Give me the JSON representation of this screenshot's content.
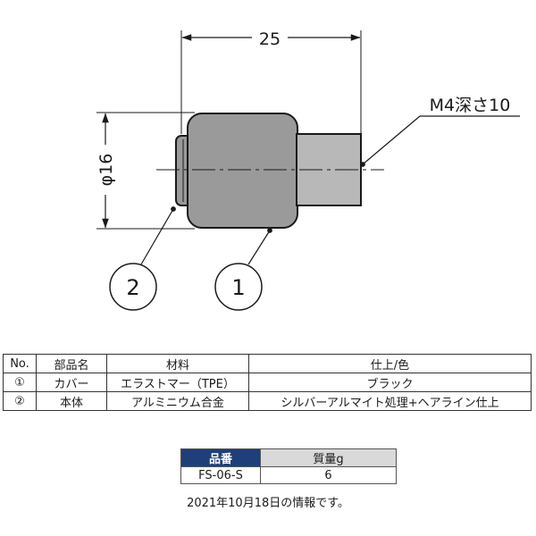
{
  "drawing": {
    "dim_length": "25",
    "dim_diameter": "φ16",
    "thread_label": "M4深さ10",
    "callout_1": "1",
    "callout_2": "2"
  },
  "parts_table": {
    "headers": [
      "No.",
      "部品名",
      "材料",
      "仕上/色"
    ],
    "rows": [
      [
        "①",
        "カバー",
        "エラストマー（TPE）",
        "ブラック"
      ],
      [
        "②",
        "本体",
        "アルミニウム合金",
        "シルバーアルマイト処理+ヘアライン仕上"
      ]
    ]
  },
  "spec_table": {
    "headers": [
      "品番",
      "質量g"
    ],
    "rows": [
      [
        "FS-06-S",
        "6"
      ]
    ]
  },
  "footnote": "2021年10月18日の情報です。",
  "colors": {
    "cover_fill": "#9a9a9a",
    "body_fill": "#b8b8b8",
    "spec_header_blue": "#1f3f7a",
    "spec_header_gray": "#d9d9d9"
  }
}
